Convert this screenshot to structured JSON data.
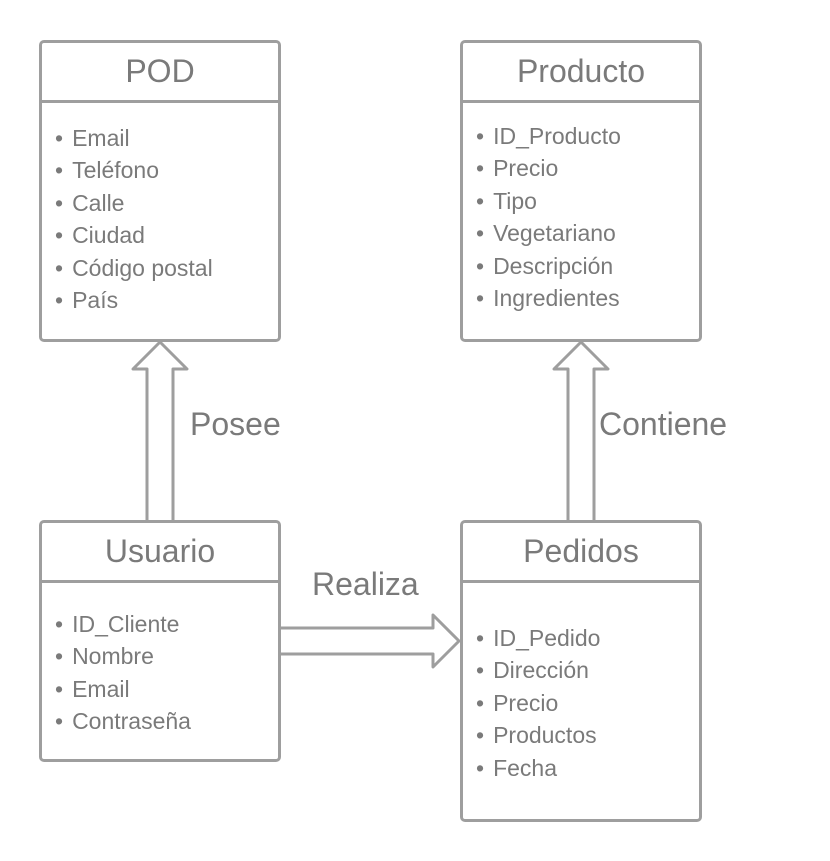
{
  "entities": [
    {
      "id": "pod",
      "title": "POD",
      "attributes": [
        "Email",
        "Teléfono",
        "Calle",
        "Ciudad",
        "Código postal",
        "País"
      ]
    },
    {
      "id": "producto",
      "title": "Producto",
      "attributes": [
        "ID_Producto",
        "Precio",
        "Tipo",
        "Vegetariano",
        "Descripción",
        "Ingredientes"
      ]
    },
    {
      "id": "usuario",
      "title": "Usuario",
      "attributes": [
        "ID_Cliente",
        "Nombre",
        "Email",
        "Contraseña"
      ]
    },
    {
      "id": "pedidos",
      "title": "Pedidos",
      "attributes": [
        "ID_Pedido",
        "Dirección",
        "Precio",
        "Productos",
        "Fecha"
      ]
    }
  ],
  "relationships": [
    {
      "id": "posee",
      "label": "Posee",
      "from": "Usuario",
      "to": "POD"
    },
    {
      "id": "contiene",
      "label": "Contiene",
      "from": "Pedidos",
      "to": "Producto"
    },
    {
      "id": "realiza",
      "label": "Realiza",
      "from": "Usuario",
      "to": "Pedidos"
    }
  ],
  "colors": {
    "stroke": "#9e9e9e",
    "text": "#7a7a7a"
  }
}
